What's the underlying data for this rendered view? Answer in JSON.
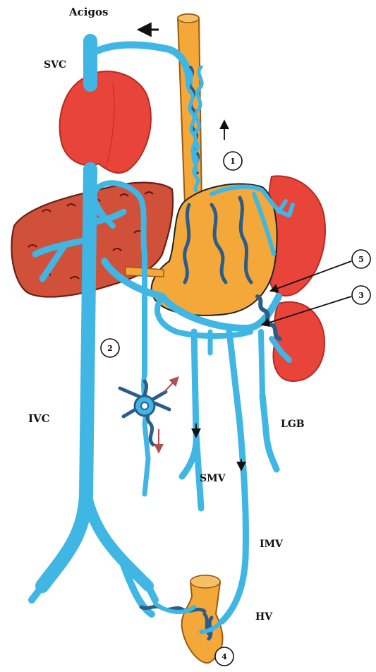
{
  "labels": {
    "azygos": "Acigos",
    "svc": "SVC",
    "ivc": "IVC",
    "lgb": "LGB",
    "smv": "SMV",
    "imv": "IMV",
    "hv": "HV"
  },
  "markers": {
    "m1": "1",
    "m2": "2",
    "m3": "3",
    "m4": "4",
    "m5": "5"
  },
  "colors": {
    "vein": "#3fb6e3",
    "varix": "#2c5c8a",
    "organ_red": "#e8443a",
    "liver": "#d0503a",
    "orange": "#f4a83a",
    "outline": "#222222"
  }
}
